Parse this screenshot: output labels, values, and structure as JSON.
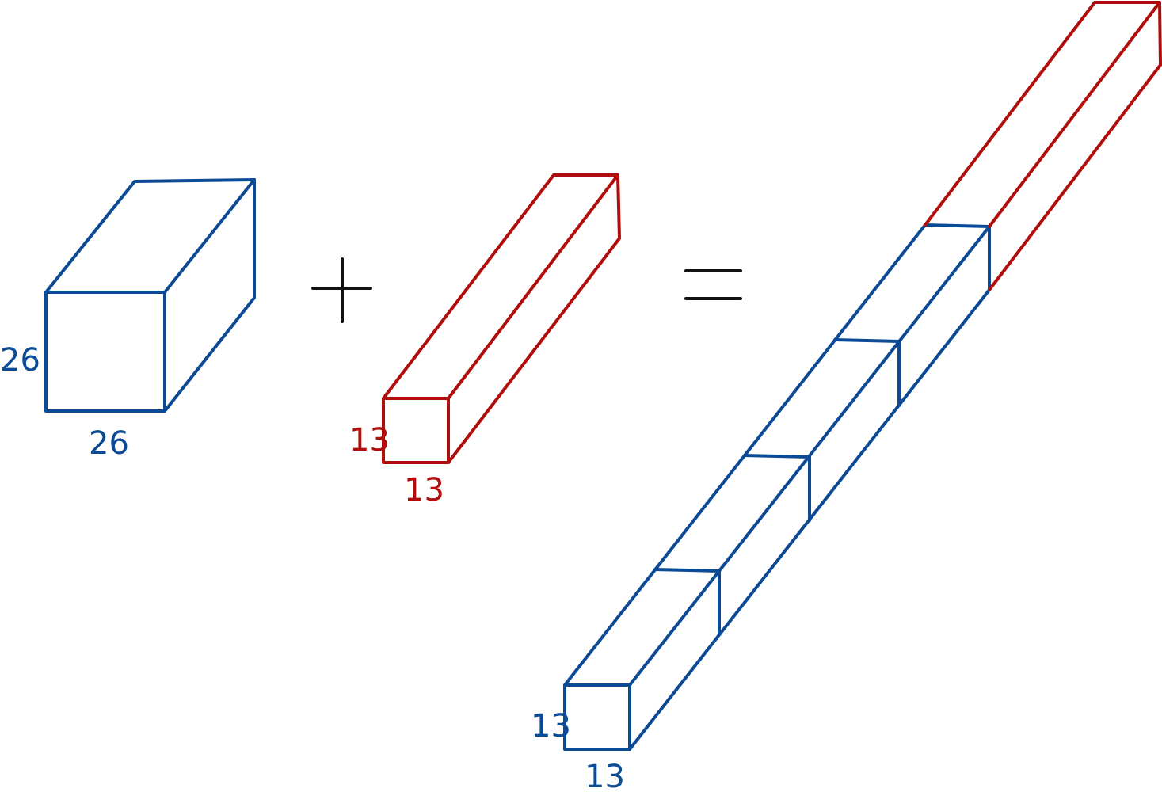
{
  "colors": {
    "blue": "#0b4a95",
    "red": "#b00d0d",
    "black": "#111111"
  },
  "operators": {
    "plus": "+",
    "equals": "="
  },
  "left_block": {
    "height_label": "26",
    "width_label": "26"
  },
  "red_block": {
    "height_label": "13",
    "width_label": "13"
  },
  "result_block": {
    "height_label": "13",
    "width_label": "13"
  }
}
